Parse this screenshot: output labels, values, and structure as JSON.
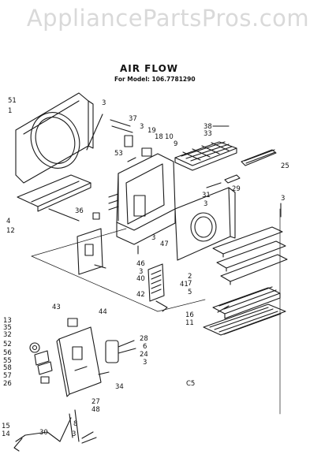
{
  "watermark": "AppliancePartsPros.com",
  "title": "AIR FLOW",
  "model_line": "For Model: 106.7781290",
  "footer_mark": "C5",
  "callouts": [
    "51",
    "1",
    "3",
    "37",
    "3",
    "19",
    "18",
    "10",
    "9",
    "53",
    "38",
    "33",
    "25",
    "29",
    "31",
    "3",
    "3",
    "36",
    "4",
    "12",
    "47",
    "3",
    "46",
    "3",
    "40",
    "42",
    "41",
    "2",
    "7",
    "5",
    "16",
    "11",
    "43",
    "44",
    "13",
    "35",
    "32",
    "52",
    "56",
    "55",
    "58",
    "57",
    "26",
    "28",
    "6",
    "24",
    "3",
    "34",
    "27",
    "48",
    "15",
    "14",
    "30",
    "8",
    "3"
  ]
}
